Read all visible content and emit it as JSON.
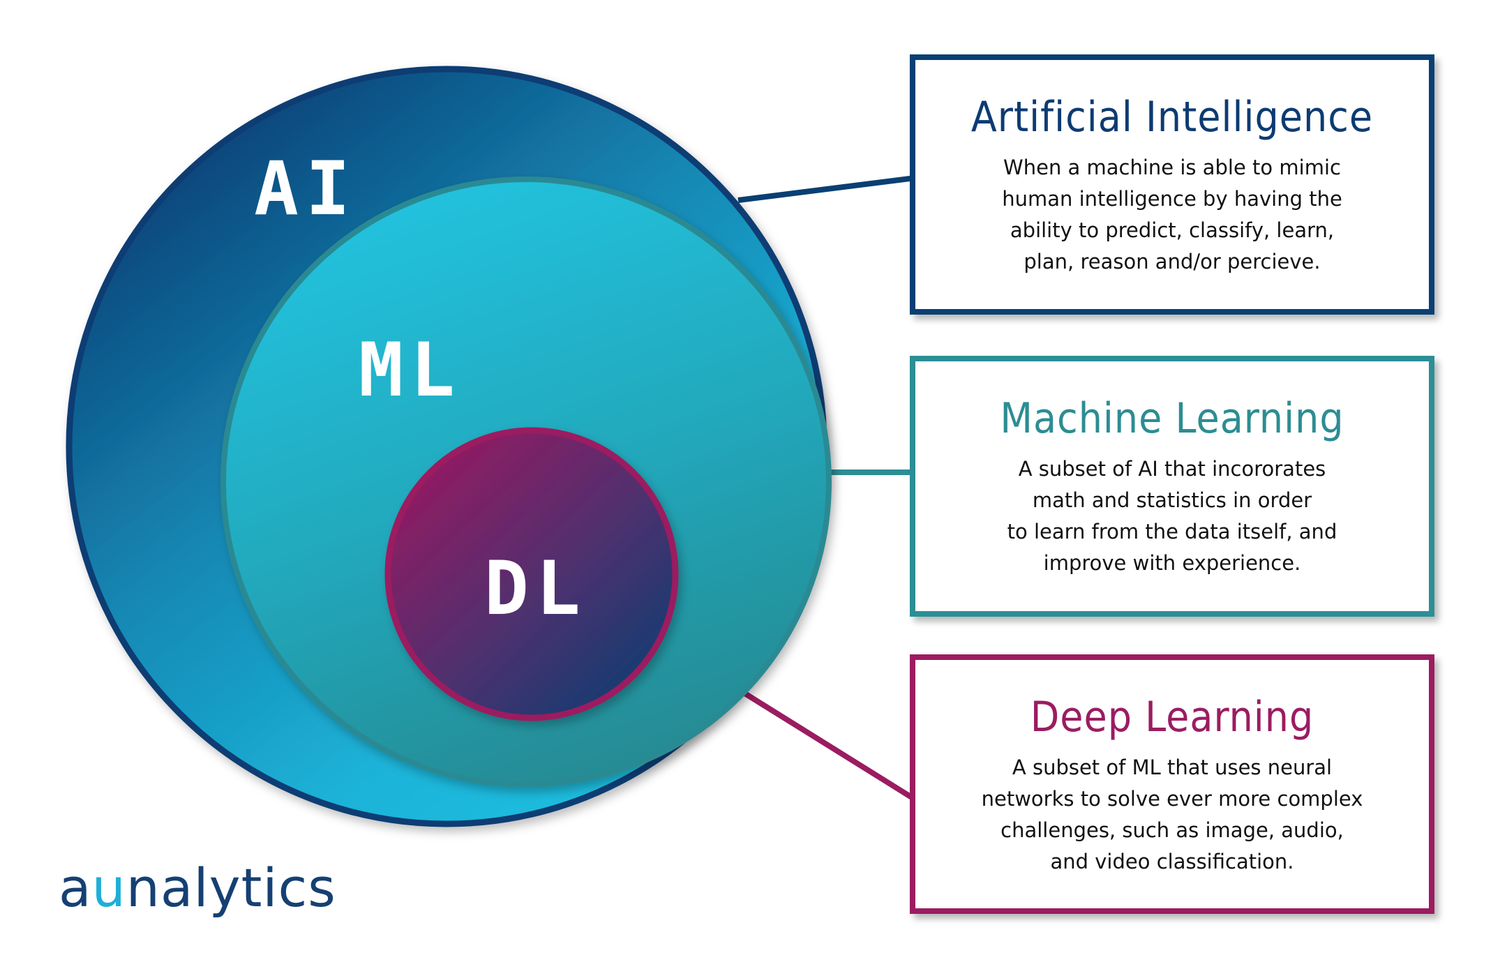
{
  "circles": {
    "ai": {
      "label": "AI"
    },
    "ml": {
      "label": "ML"
    },
    "dl": {
      "label": "DL"
    }
  },
  "cards": {
    "ai": {
      "title": "Artificial Intelligence",
      "lines": [
        "When a machine is able to mimic",
        "human intelligence by having the",
        "ability to predict, classify, learn,",
        "plan, reason and/or percieve."
      ]
    },
    "ml": {
      "title": "Machine Learning",
      "lines": [
        "A subset of AI that incororates",
        "math and statistics in order",
        "to learn from the data itself, and",
        "improve with experience."
      ]
    },
    "dl": {
      "title": "Deep Learning",
      "lines": [
        "A subset of ML that uses neural",
        "networks to solve ever more complex",
        "challenges, such as image, audio,",
        "and video classification."
      ]
    }
  },
  "logo": {
    "part1": "a",
    "part2": "u",
    "part3": "nalytics"
  },
  "colors": {
    "ai_border": "#0a3f73",
    "ml_border": "#2b8f95",
    "dl_border": "#9b1c61",
    "ai_title": "#0d3b72",
    "ml_title": "#2c8d92",
    "dl_title": "#9b1c61",
    "logo_text": "#154072",
    "logo_accent": "#1dafd8"
  }
}
